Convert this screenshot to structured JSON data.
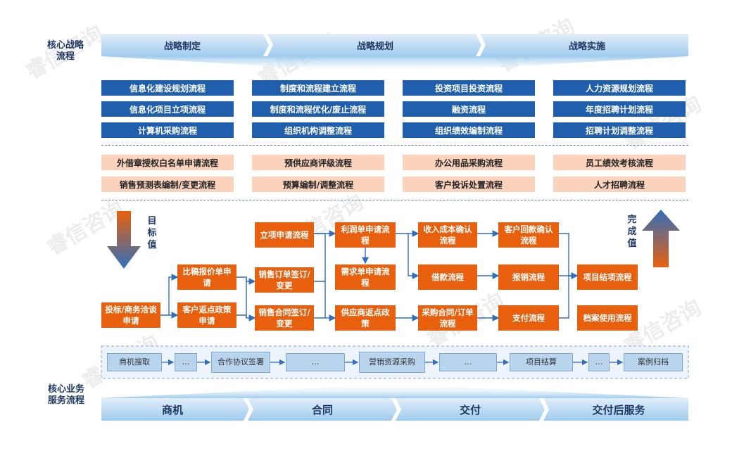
{
  "watermark": "睿信咨询",
  "strategy": {
    "label_line1": "核心战略",
    "label_line2": "流程",
    "phases": [
      "战略制定",
      "战略规划",
      "战略实施"
    ]
  },
  "blue_columns": [
    [
      "信息化建设规划流程",
      "信息化项目立项流程",
      "计算机采购流程"
    ],
    [
      "制度和流程建立流程",
      "制度和流程优化/废止流程",
      "组织机构调整流程"
    ],
    [
      "投资项目投资流程",
      "融资流程",
      "组织绩效编制流程"
    ],
    [
      "人力资源规划流程",
      "年度招聘计划流程",
      "招聘计划调整流程"
    ]
  ],
  "peach_columns": [
    [
      "外借章授权白名单申请流程",
      "销售预测表编制/变更流程"
    ],
    [
      "预供应商评级流程",
      "预算编制/调整流程"
    ],
    [
      "办公用品采购流程",
      "客户投诉处置流程"
    ],
    [
      "员工绩效考核流程",
      "人才招聘流程"
    ]
  ],
  "flow": {
    "target_label": [
      "目",
      "标",
      "值"
    ],
    "complete_label": [
      "完",
      "成",
      "值"
    ],
    "bidding": "投标/商务洽谈申请",
    "compare": "比稿报价单申请",
    "rebate": "客户返点政策申请",
    "sales_order": "销售订单签订/变更",
    "sales_contract": "销售合同签订/变更",
    "project_req": "立项申请流程",
    "profit": "利润单申请流程",
    "demand": "需求单申请流程",
    "supplier_rebate": "供应商返点政策",
    "revenue": "收入成本确认流程",
    "loan": "借款流程",
    "purchase": "采购合同/订单流程",
    "receipt": "客户回款确认流程",
    "reimburse": "报销流程",
    "payment": "支付流程",
    "project_close": "项目结项流程",
    "archive": "档案使用流程"
  },
  "lifecycle": [
    "商机搜取",
    "…",
    "合作协议签署",
    "…",
    "营销资源采购",
    "…",
    "项目结算",
    "…",
    "案例归档"
  ],
  "business": {
    "label_line1": "核心业务",
    "label_line2": "服务流程",
    "phases": [
      "商机",
      "合同",
      "交付",
      "交付后服务"
    ]
  }
}
